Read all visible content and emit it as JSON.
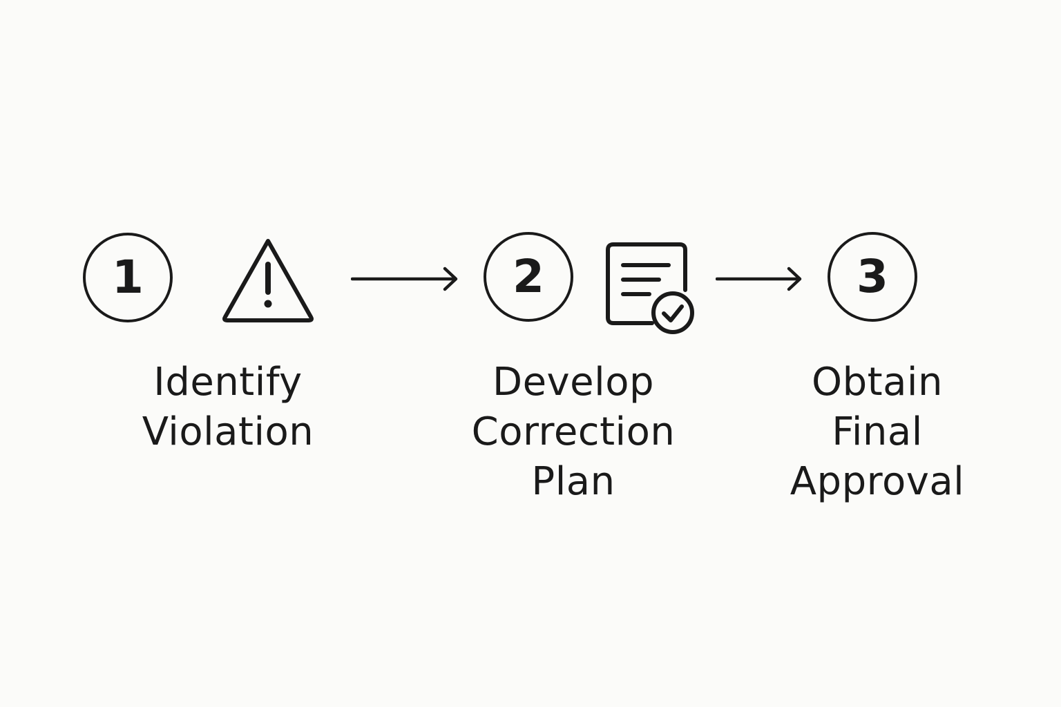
{
  "steps": [
    {
      "number": "1",
      "icon": "warning-icon",
      "label_lines": [
        "Identify",
        "Violation"
      ]
    },
    {
      "number": "2",
      "icon": "document-check-icon",
      "label_lines": [
        "Develop",
        "Correction",
        "Plan"
      ]
    },
    {
      "number": "3",
      "label_lines": [
        "Obtain",
        "Final",
        "Approval"
      ]
    }
  ],
  "colors": {
    "background": "#fbfbf9",
    "ink": "#1a1a1a"
  }
}
